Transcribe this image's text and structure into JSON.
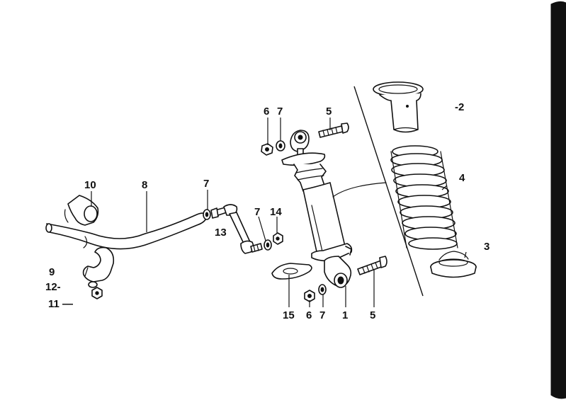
{
  "callouts": {
    "c1": "1",
    "c2": "-2",
    "c3": "3",
    "c4": "4",
    "c5_top": "5",
    "c5_bottom": "5",
    "c6_top": "6",
    "c6_bottom": "6",
    "c7_top": "7",
    "c7_link": "7",
    "c7_mid": "7",
    "c7_bottom": "7",
    "c8": "8",
    "c9": "9",
    "c10": "10",
    "c11": "11 —",
    "c12": "12-",
    "c13": "13",
    "c14": "14",
    "c15": "15"
  },
  "colors": {
    "ink": "#111111",
    "paper": "#ffffff"
  }
}
